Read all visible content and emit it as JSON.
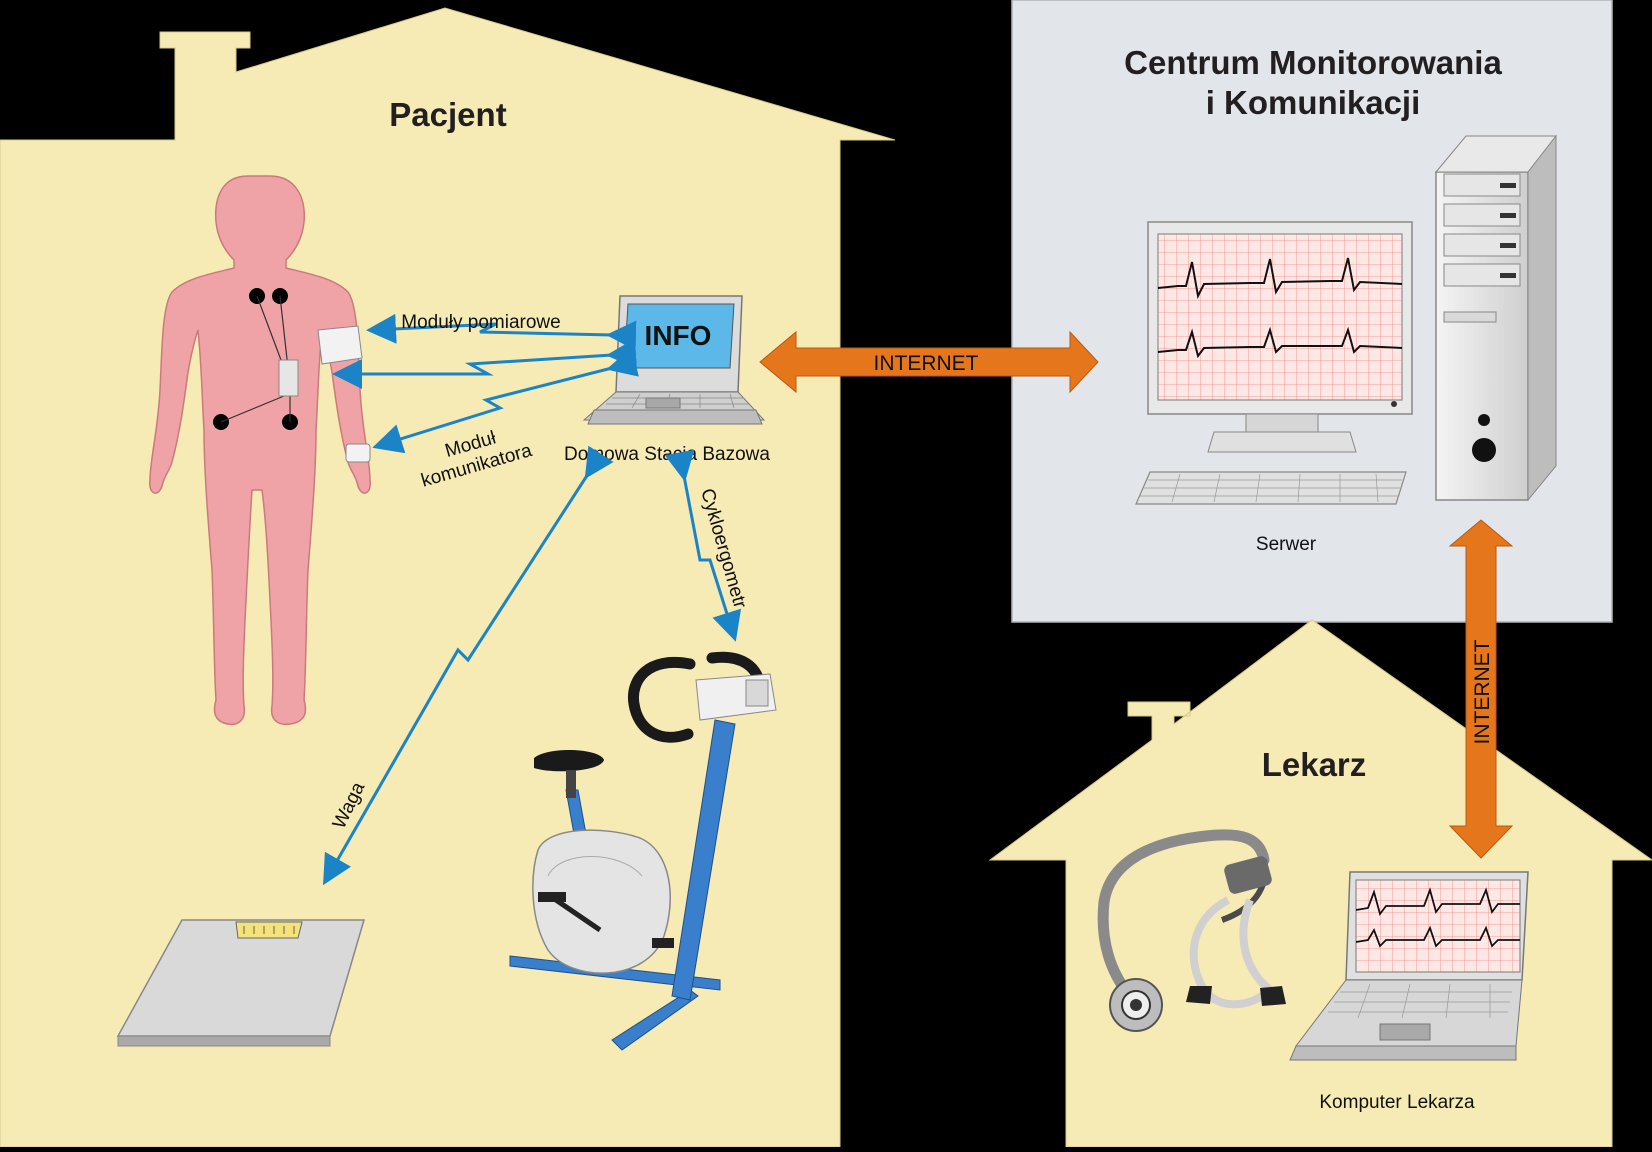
{
  "patient_house": {
    "title": "Pacjent",
    "base_station_label": "Domowa Stacja Bazowa",
    "laptop_screen_text": "INFO",
    "links": {
      "measurement_modules": "Moduły pomiarowe",
      "communicator_module_line1": "Moduł",
      "communicator_module_line2": "komunikatora",
      "scale": "Waga",
      "cycle_ergometer": "Cykloergometr"
    }
  },
  "monitoring_center": {
    "title_line1": "Centrum Monitorowania",
    "title_line2": "i Komunikacji",
    "server_label": "Serwer"
  },
  "doctor_house": {
    "title": "Lekarz",
    "computer_label": "Komputer Lekarza"
  },
  "connections": {
    "internet_horizontal": "INTERNET",
    "internet_vertical": "INTERNET"
  },
  "colors": {
    "house_fill": "#f6eab5",
    "center_fill": "#e2e5ea",
    "internet_arrow": "#e6761c",
    "wireless_link": "#1b84c6",
    "body": "#f0a3a6",
    "bike_frame": "#3a7fcc"
  }
}
